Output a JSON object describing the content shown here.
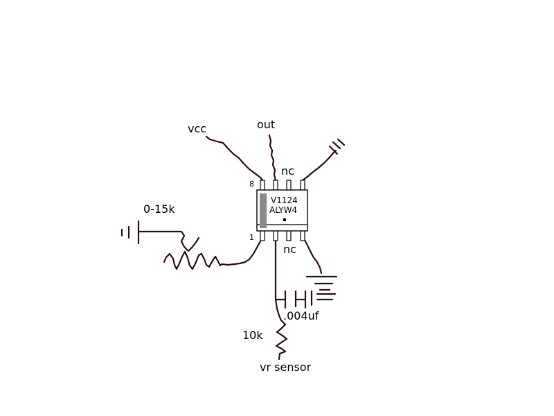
{
  "chip": {
    "line1": "V1124",
    "line2": "ALYW4",
    "pin_high": "8",
    "pin_low": "1"
  },
  "labels": {
    "vcc": "vcc",
    "out": "out",
    "nc_top": "nc",
    "nc_bottom": "nc",
    "pot": "0-15k",
    "cap": ".004uf",
    "resistor": "10k",
    "sensor": "vr sensor"
  },
  "colors": {
    "wire": "#2b0c0c",
    "chip_outline": "#000000",
    "chip_stripe": "#8a8a8a"
  }
}
